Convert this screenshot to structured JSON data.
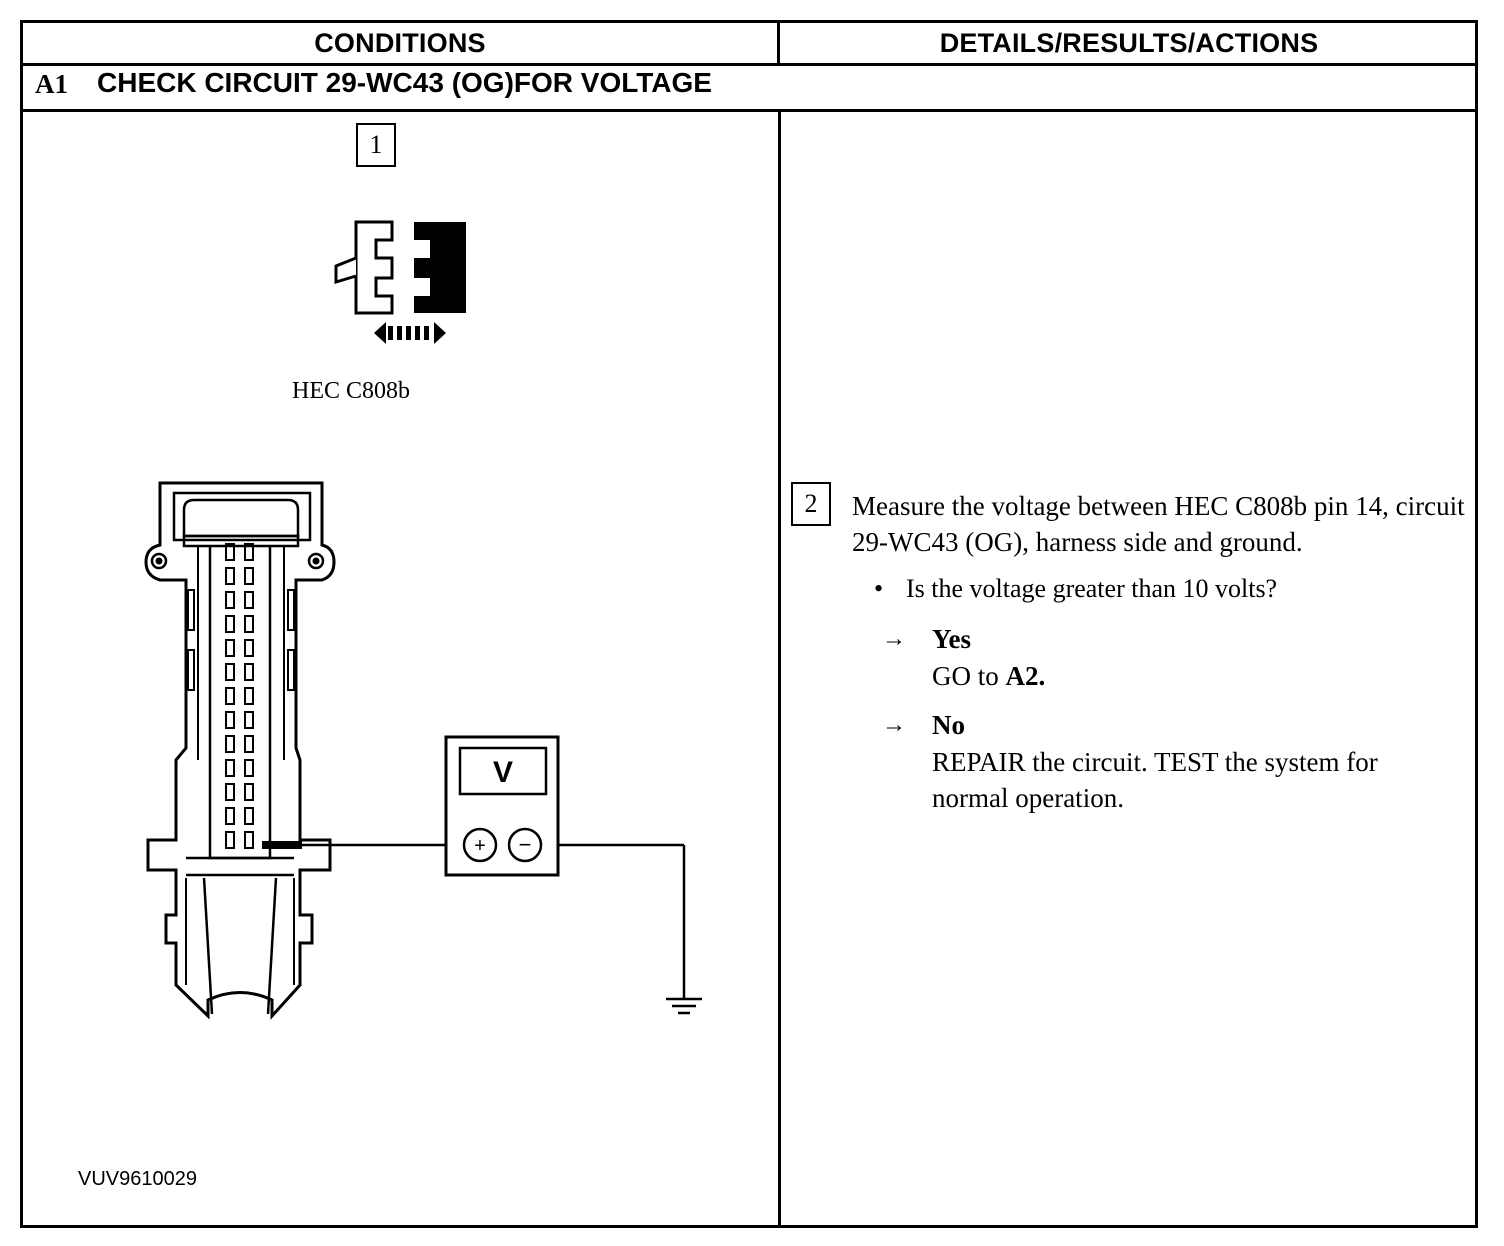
{
  "header": {
    "conditions": "CONDITIONS",
    "details": "DETAILS/RESULTS/ACTIONS"
  },
  "section": {
    "id": "A1",
    "title": "CHECK CIRCUIT 29-WC43 (OG)FOR VOLTAGE"
  },
  "conditions": {
    "step_number": "1",
    "connector_label": "HEC C808b",
    "meter_label": "V",
    "plus_symbol": "+",
    "minus_symbol": "−",
    "figure_id": "VUV9610029"
  },
  "details": {
    "step_number": "2",
    "instruction": "Measure the voltage between HEC C808b pin 14, circuit 29-WC43 (OG), harness side and ground.",
    "bullet": "•",
    "question": "Is the voltage greater than 10 volts?",
    "arrow_symbol": "→",
    "yes_label": "Yes",
    "yes_action_prefix": "GO to ",
    "yes_action_target": "A2.",
    "no_label": "No",
    "no_action": "REPAIR the circuit. TEST the system for normal operation."
  }
}
